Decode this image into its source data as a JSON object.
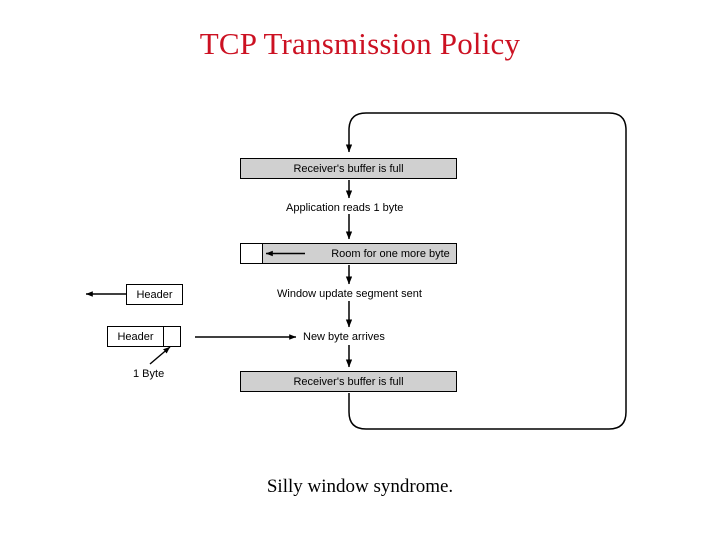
{
  "slide": {
    "title": "TCP Transmission Policy",
    "caption": "Silly window syndrome.",
    "title_color": "#cc1122",
    "caption_color": "#000000",
    "background": "#ffffff"
  },
  "diagram": {
    "box_fill": "#d0d0d0",
    "box_stroke": "#000000",
    "steps": [
      {
        "label": "Receiver's buffer is full",
        "kind": "buffer-bar"
      },
      {
        "label": "Application reads 1 byte",
        "kind": "step-text"
      },
      {
        "label": "Room for one more byte",
        "kind": "buffer-bar-with-free-cell"
      },
      {
        "label": "Window update segment sent",
        "kind": "step-text"
      },
      {
        "label": "New byte arrives",
        "kind": "step-text"
      },
      {
        "label": "Receiver's buffer is full",
        "kind": "buffer-bar"
      }
    ],
    "packets": [
      {
        "header_label": "Header",
        "note": ""
      },
      {
        "header_label": "Header",
        "note": "1 Byte"
      }
    ],
    "byte_note": "1 Byte"
  }
}
